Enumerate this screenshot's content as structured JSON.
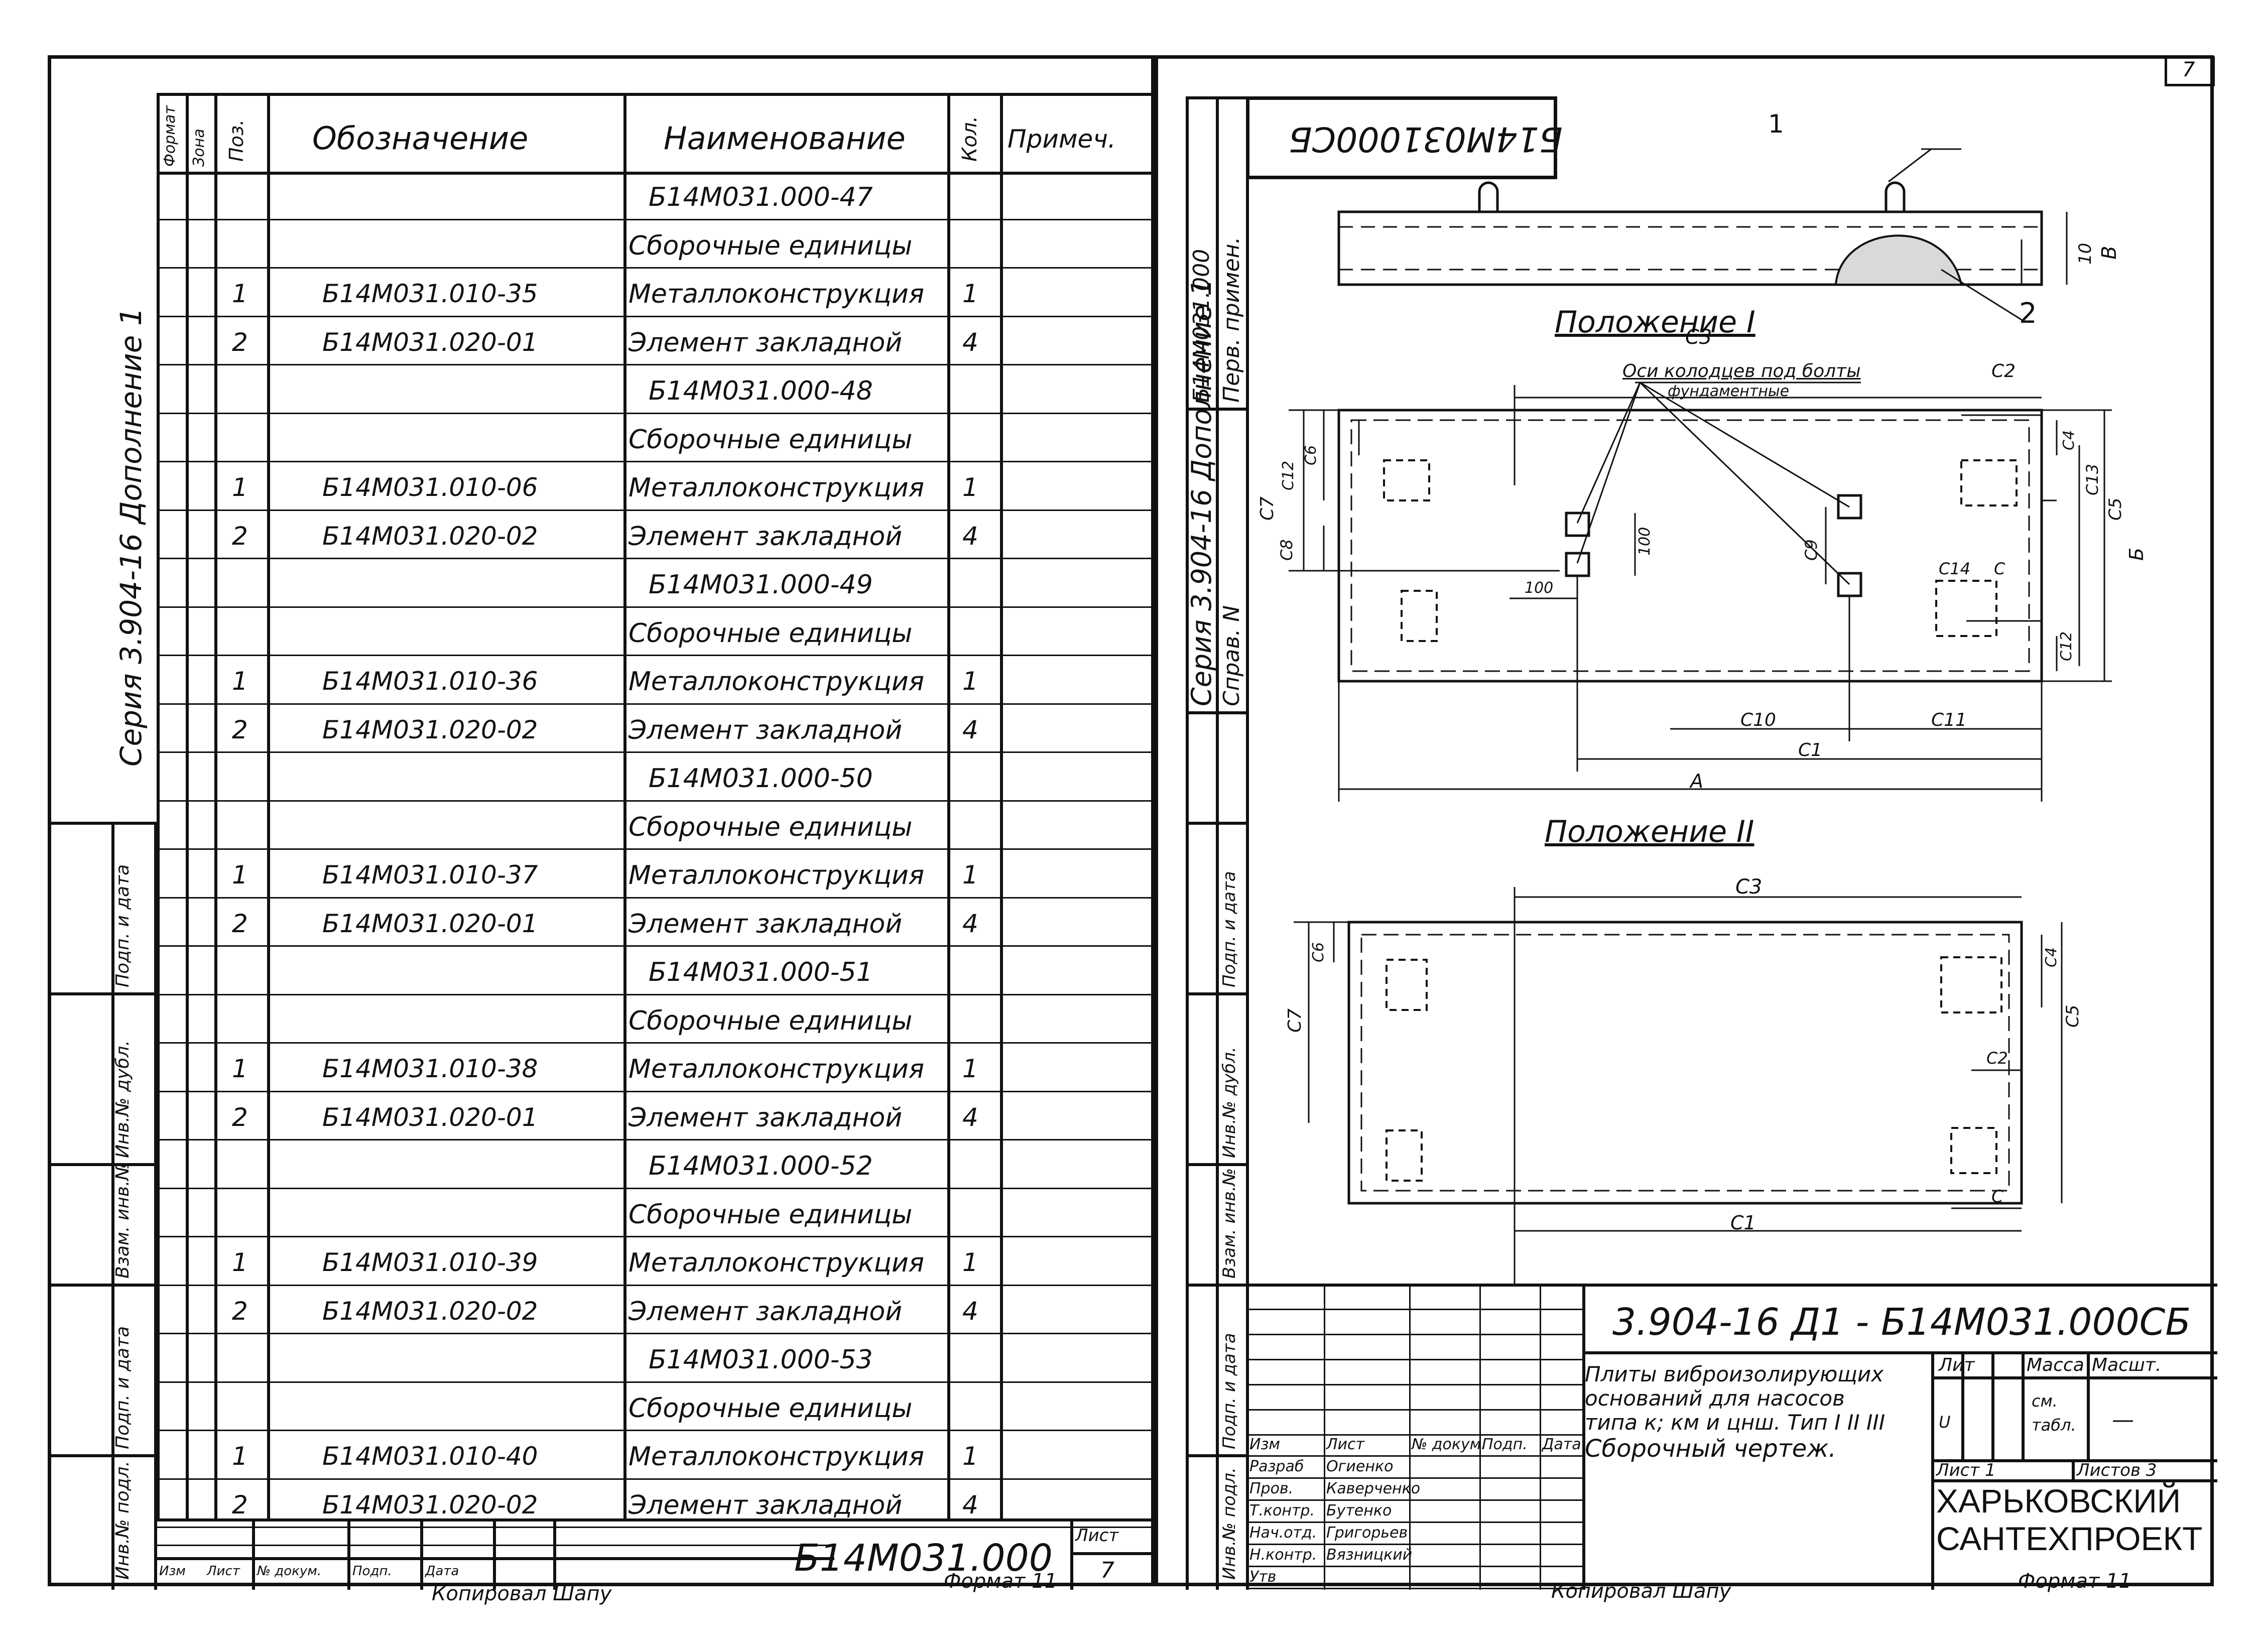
{
  "left": {
    "side_label": "Серия 3.904-16 Дополнение 1",
    "side_table": [
      "Инв.№ подл.",
      "Подп. и дата",
      "Взам. инв.№",
      "Инв.№ дубл.",
      "Подп. и дата"
    ],
    "header": {
      "format": "Формат",
      "zone": "Зона",
      "pos": "Поз.",
      "designation": "Обозначение",
      "name": "Наименование",
      "qty": "Кол.",
      "note": "Примеч."
    },
    "rows": [
      {
        "pos": "",
        "designation": "",
        "name": "Б14М031.000-47",
        "qty": ""
      },
      {
        "pos": "",
        "designation": "",
        "name": "Сборочные единицы",
        "qty": ""
      },
      {
        "pos": "1",
        "designation": "Б14М031.010-35",
        "name": "Металлоконструкция",
        "qty": "1"
      },
      {
        "pos": "2",
        "designation": "Б14М031.020-01",
        "name": "Элемент закладной",
        "qty": "4"
      },
      {
        "pos": "",
        "designation": "",
        "name": "Б14М031.000-48",
        "qty": ""
      },
      {
        "pos": "",
        "designation": "",
        "name": "Сборочные единицы",
        "qty": ""
      },
      {
        "pos": "1",
        "designation": "Б14М031.010-06",
        "name": "Металлоконструкция",
        "qty": "1"
      },
      {
        "pos": "2",
        "designation": "Б14М031.020-02",
        "name": "Элемент закладной",
        "qty": "4"
      },
      {
        "pos": "",
        "designation": "",
        "name": "Б14М031.000-49",
        "qty": ""
      },
      {
        "pos": "",
        "designation": "",
        "name": "Сборочные единицы",
        "qty": ""
      },
      {
        "pos": "1",
        "designation": "Б14М031.010-36",
        "name": "Металлоконструкция",
        "qty": "1"
      },
      {
        "pos": "2",
        "designation": "Б14М031.020-02",
        "name": "Элемент закладной",
        "qty": "4"
      },
      {
        "pos": "",
        "designation": "",
        "name": "Б14М031.000-50",
        "qty": ""
      },
      {
        "pos": "",
        "designation": "",
        "name": "Сборочные единицы",
        "qty": ""
      },
      {
        "pos": "1",
        "designation": "Б14М031.010-37",
        "name": "Металлоконструкция",
        "qty": "1"
      },
      {
        "pos": "2",
        "designation": "Б14М031.020-01",
        "name": "Элемент закладной",
        "qty": "4"
      },
      {
        "pos": "",
        "designation": "",
        "name": "Б14М031.000-51",
        "qty": ""
      },
      {
        "pos": "",
        "designation": "",
        "name": "Сборочные единицы",
        "qty": ""
      },
      {
        "pos": "1",
        "designation": "Б14М031.010-38",
        "name": "Металлоконструкция",
        "qty": "1"
      },
      {
        "pos": "2",
        "designation": "Б14М031.020-01",
        "name": "Элемент закладной",
        "qty": "4"
      },
      {
        "pos": "",
        "designation": "",
        "name": "Б14М031.000-52",
        "qty": ""
      },
      {
        "pos": "",
        "designation": "",
        "name": "Сборочные единицы",
        "qty": ""
      },
      {
        "pos": "1",
        "designation": "Б14М031.010-39",
        "name": "Металлоконструкция",
        "qty": "1"
      },
      {
        "pos": "2",
        "designation": "Б14М031.020-02",
        "name": "Элемент закладной",
        "qty": "4"
      },
      {
        "pos": "",
        "designation": "",
        "name": "Б14М031.000-53",
        "qty": ""
      },
      {
        "pos": "",
        "designation": "",
        "name": "Сборочные единицы",
        "qty": ""
      },
      {
        "pos": "1",
        "designation": "Б14М031.010-40",
        "name": "Металлоконструкция",
        "qty": "1"
      },
      {
        "pos": "2",
        "designation": "Б14М031.020-02",
        "name": "Элемент закладной",
        "qty": "4"
      }
    ],
    "stamp": {
      "code": "Б14М031.000",
      "sheet_label": "Лист",
      "sheet_num": "7",
      "cols": [
        "Изм",
        "Лист",
        "№ докум.",
        "Подп.",
        "Дата"
      ]
    },
    "footer_copy": "Копировал  Шапу",
    "footer_format": "Формат 11"
  },
  "right": {
    "page_num": "7",
    "mirrored_stamp": "Б14М031000СБ",
    "side_label": "Серия 3.904-16 Дополнение 1",
    "side_cells": [
      "Перв. примен.",
      "Б14М031.000",
      "Справ. N"
    ],
    "side_table": [
      "Инв.№ подл.",
      "Подп. и дата",
      "Взам. инв.№",
      "Инв.№ дубл.",
      "Подп. и дата"
    ],
    "drawing": {
      "callout_1": "1",
      "callout_2": "2",
      "dim_10": "10",
      "dim_B_small": "В",
      "pos1_title": "Положение I",
      "pos2_title": "Положение II",
      "note_line1": "Оси колодцев под болты",
      "note_line2": "фундаментные",
      "dims": {
        "C3": "С3",
        "C2": "С2",
        "C4": "С4",
        "C6": "С6",
        "C12": "С12",
        "C13": "С13",
        "C7": "С7",
        "C8": "С8",
        "C5": "С5",
        "B": "Б",
        "C9": "С9",
        "d100a": "100",
        "d100b": "100",
        "C14": "С14",
        "C": "С",
        "C10": "С10",
        "C11": "С11",
        "C1": "С1",
        "A": "А",
        "C12b": "С12"
      }
    },
    "title_block": {
      "doc_code": "3.904-16 Д1 - Б14М031.000СБ",
      "title_lines": [
        "Плиты виброизолирующих",
        "оснований для насосов",
        "типа к; км и цнш. Тип I II III",
        "Сборочный чертеж."
      ],
      "lit": "Лит",
      "mass": "Масса",
      "scale": "Масшт.",
      "mass_val": "см. табл.",
      "scale_val": "—",
      "lit_val": "U",
      "sheet": "Лист 1",
      "sheets": "Листов 3",
      "org1": "ХАРЬКОВСКИЙ",
      "org2": "САНТЕХПРОЕКТ",
      "rows": [
        {
          "role": "Изм",
          "name": "Лист",
          "doc": "№ докум.",
          "sign": "Подп.",
          "date": "Дата"
        },
        {
          "role": "Разраб",
          "name": "Огиенко",
          "doc": "",
          "sign": "",
          "date": ""
        },
        {
          "role": "Пров.",
          "name": "Каверченко",
          "doc": "",
          "sign": "",
          "date": ""
        },
        {
          "role": "Т.контр.",
          "name": "Бутенко",
          "doc": "",
          "sign": "",
          "date": ""
        },
        {
          "role": "Нач.отд.",
          "name": "Григорьев",
          "doc": "",
          "sign": "",
          "date": ""
        },
        {
          "role": "Н.контр.",
          "name": "Вязницкий",
          "doc": "",
          "sign": "",
          "date": ""
        },
        {
          "role": "Утв",
          "name": "",
          "doc": "",
          "sign": "",
          "date": ""
        }
      ]
    },
    "footer_copy": "Копировал  Шапу",
    "footer_format": "Формат 11"
  }
}
